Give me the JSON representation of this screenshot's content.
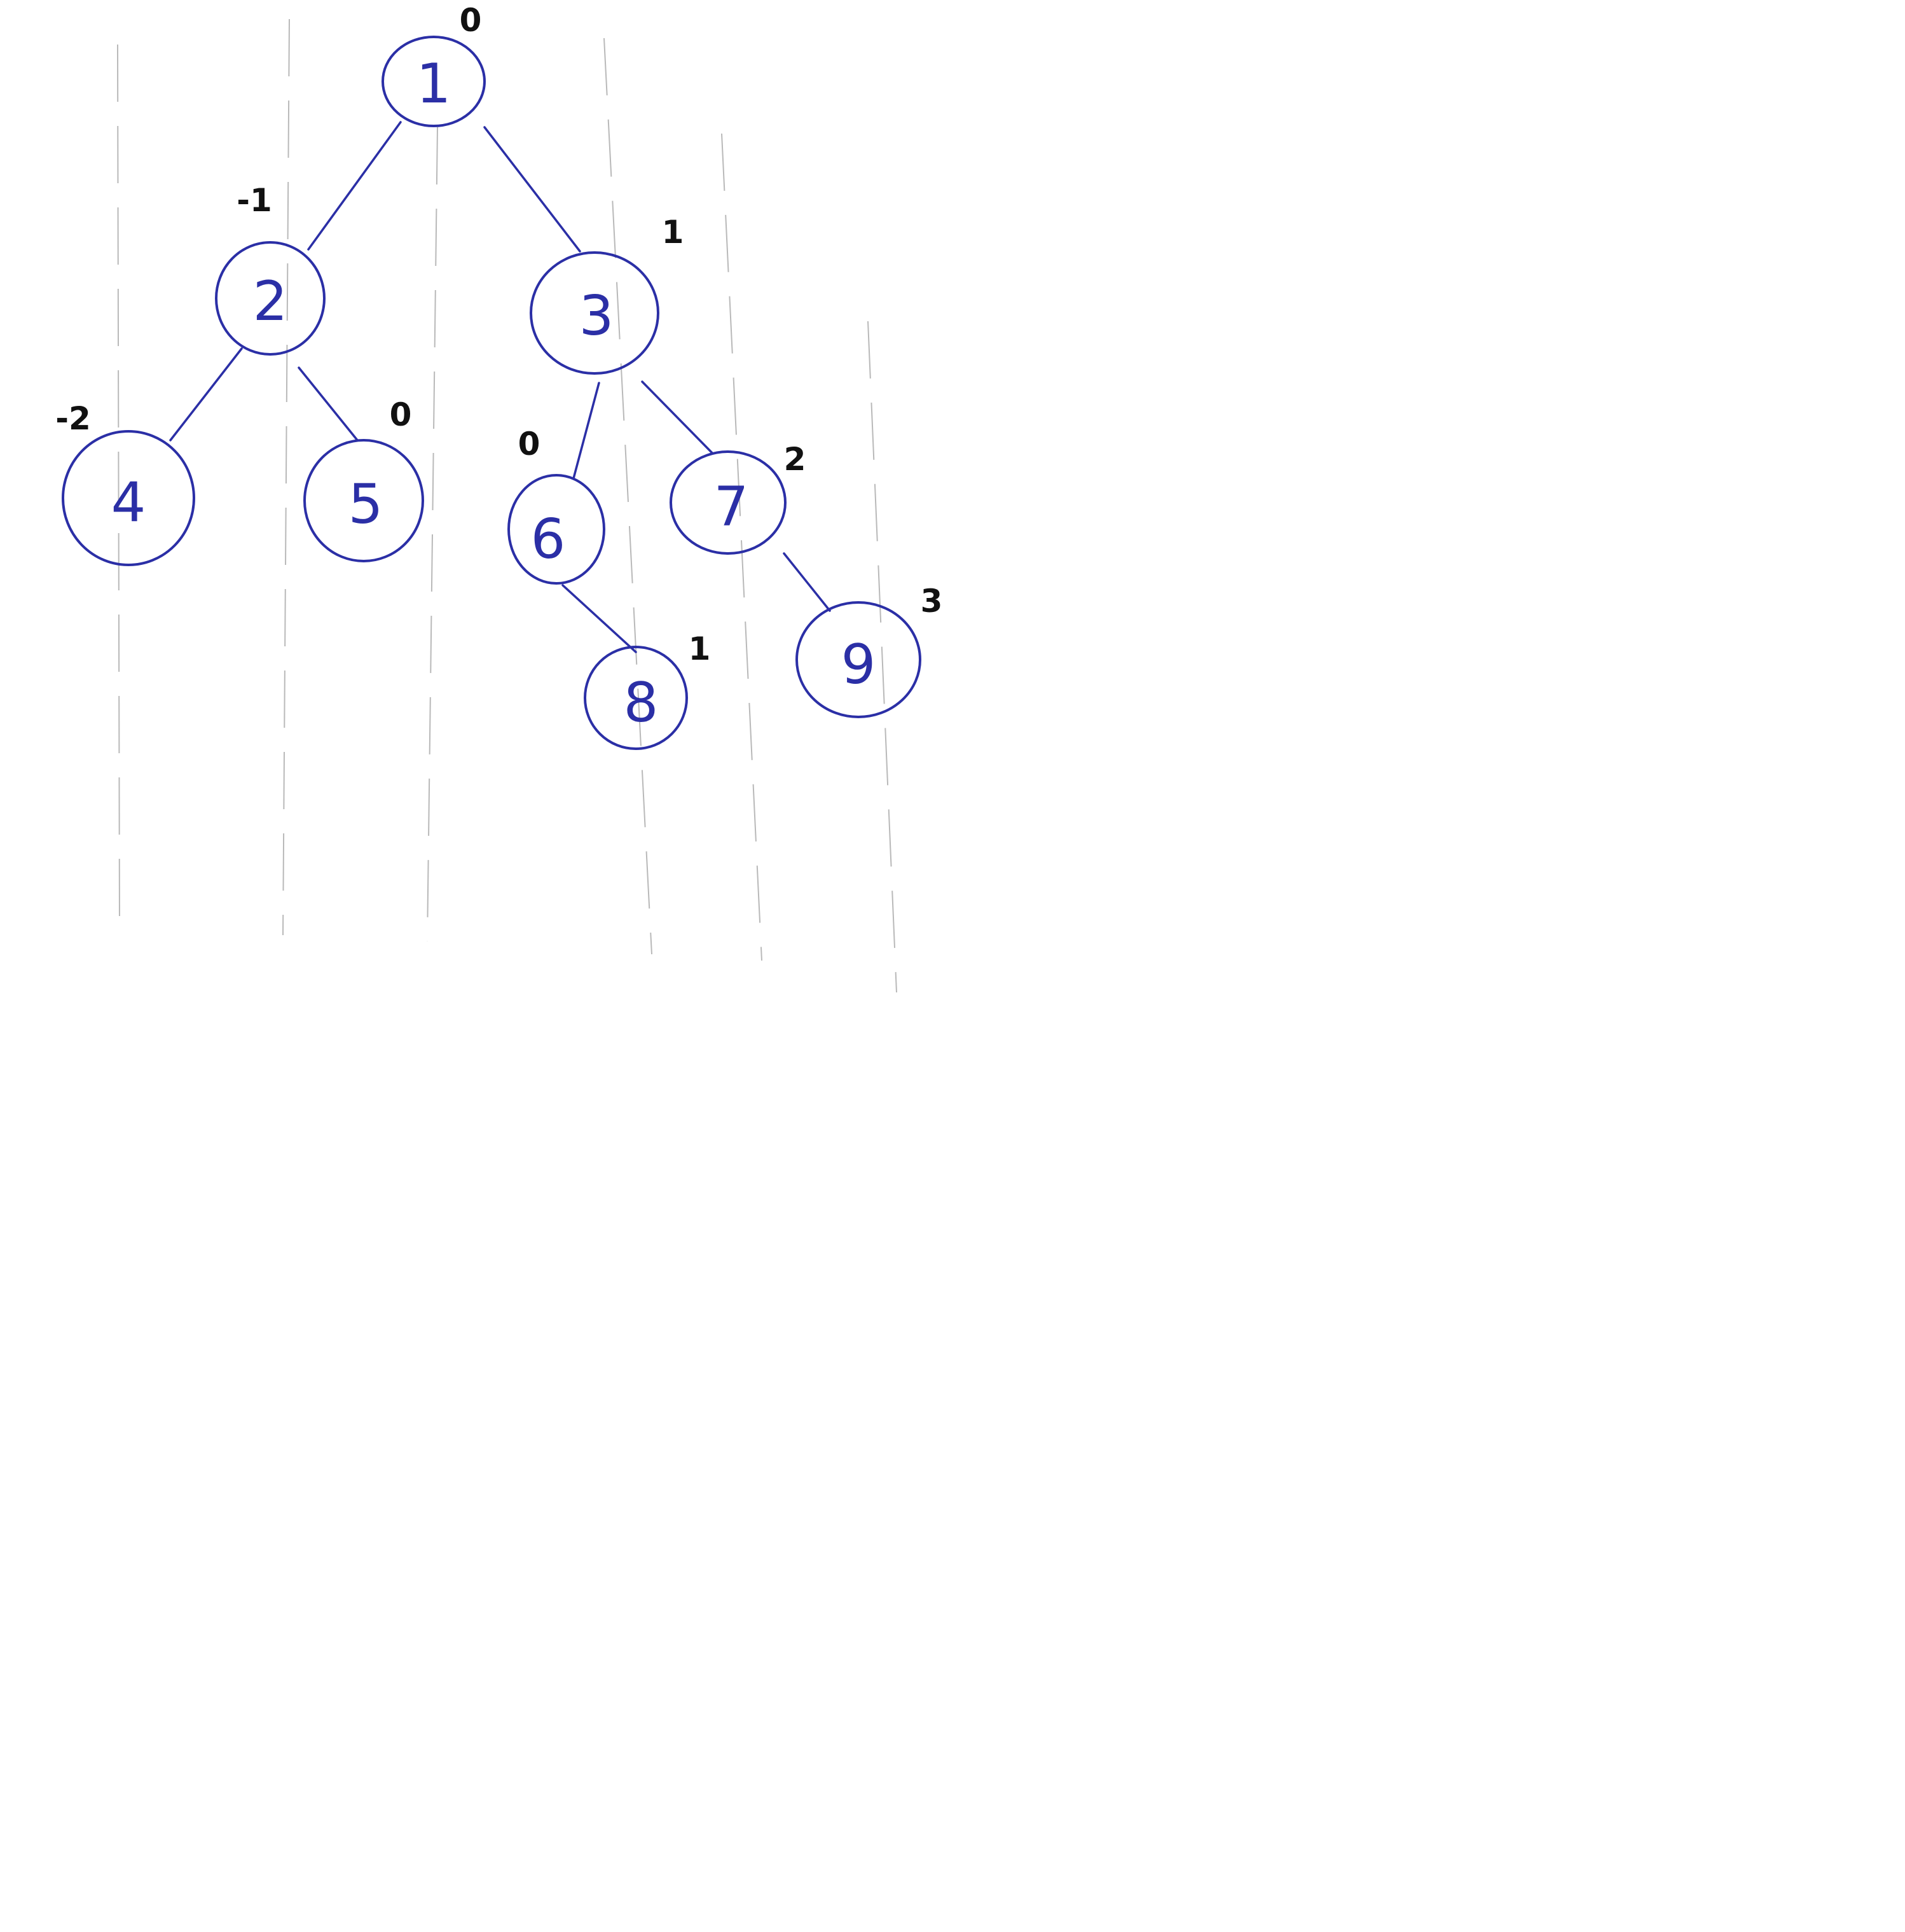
{
  "colors": {
    "ink_blue": "#2b2fa6",
    "ink_black": "#111111",
    "paper_lines": "#b9b9b9"
  },
  "tree": {
    "nodes": [
      {
        "id": "1",
        "label": "1",
        "offset": "0"
      },
      {
        "id": "2",
        "label": "2",
        "offset": "-1"
      },
      {
        "id": "3",
        "label": "3",
        "offset": "1"
      },
      {
        "id": "4",
        "label": "4",
        "offset": "-2"
      },
      {
        "id": "5",
        "label": "5",
        "offset": "0"
      },
      {
        "id": "6",
        "label": "6",
        "offset": "0"
      },
      {
        "id": "7",
        "label": "7",
        "offset": "2"
      },
      {
        "id": "8",
        "label": "8",
        "offset": "1"
      },
      {
        "id": "9",
        "label": "9",
        "offset": "3"
      }
    ],
    "edges": [
      {
        "from": "1",
        "to": "2"
      },
      {
        "from": "1",
        "to": "3"
      },
      {
        "from": "2",
        "to": "4"
      },
      {
        "from": "2",
        "to": "5"
      },
      {
        "from": "3",
        "to": "6"
      },
      {
        "from": "3",
        "to": "7"
      },
      {
        "from": "6",
        "to": "8"
      },
      {
        "from": "7",
        "to": "9"
      }
    ]
  }
}
